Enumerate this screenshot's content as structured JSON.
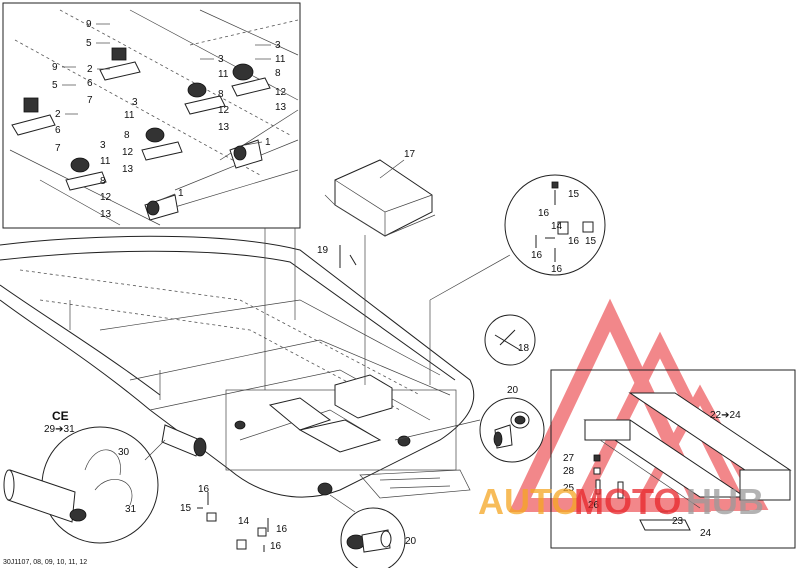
{
  "ce_mark": "CE",
  "ce_range": "29➔31",
  "footer_code": "30J1107, 08, 09, 10, 11, 12",
  "watermark": {
    "auto": "AUTO",
    "moto": "MOTO",
    "hub": "HUB",
    "color_orange": "#f5a623",
    "color_red": "#e8262b",
    "color_gray": "#9a9a9a"
  },
  "callouts": {
    "i9a": "9",
    "i5a": "5",
    "i9b": "9",
    "i5b": "5",
    "i2a": "2",
    "i6a": "6",
    "i7a": "7",
    "i2b": "2",
    "i6b": "6",
    "i7b": "7",
    "i3a": "3",
    "i11a": "11",
    "i8a": "8",
    "i12a": "12",
    "i13a": "13",
    "i3b": "3",
    "i11b": "11",
    "i8b": "8",
    "i12b": "12",
    "i13b": "13",
    "i3c": "3",
    "i11c": "11",
    "i8c": "8",
    "i12c": "12",
    "i13c": "13",
    "i3d": "3",
    "i11d": "11",
    "i8d": "8",
    "i12d": "12",
    "i13d": "13",
    "i1a": "1",
    "i1b": "1",
    "i17": "17",
    "i19": "19",
    "i18": "18",
    "i15a": "15",
    "i16a": "16",
    "i14a": "14",
    "i16b": "16",
    "i15b": "15",
    "i16c": "16",
    "i16d": "16",
    "i20a": "20",
    "i20b": "20",
    "i30": "30",
    "i31": "31",
    "i16e": "16",
    "i15c": "15",
    "i14b": "14",
    "i16f": "16",
    "i16g": "16",
    "i22": "22➔24",
    "i27": "27",
    "i28": "28",
    "i25": "25",
    "i26": "26",
    "i23": "23",
    "i24": "24"
  }
}
